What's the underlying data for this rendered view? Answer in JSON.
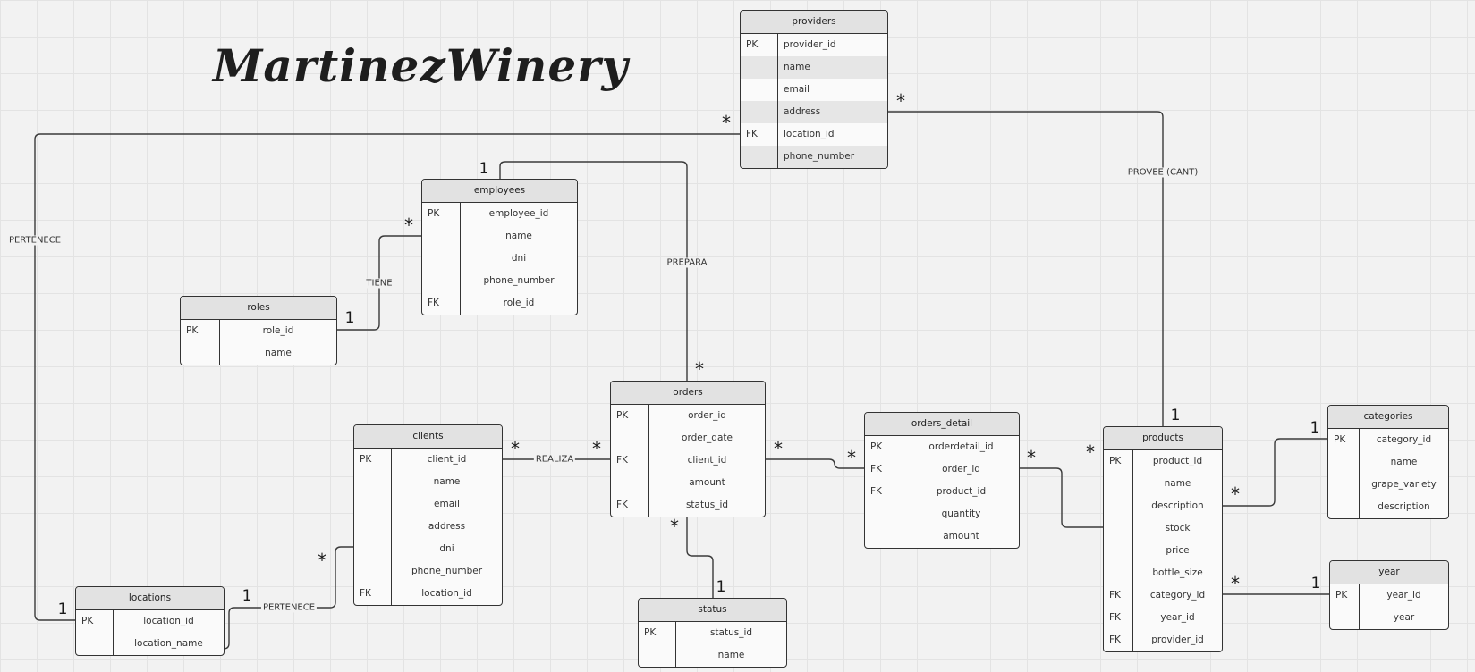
{
  "title": "MartinezWinery",
  "entities": {
    "providers": {
      "name": "providers",
      "rows": [
        [
          "PK",
          "provider_id"
        ],
        [
          "",
          "name"
        ],
        [
          "",
          "email"
        ],
        [
          "",
          "address"
        ],
        [
          "FK",
          "location_id"
        ],
        [
          "",
          "phone_number"
        ]
      ]
    },
    "employees": {
      "name": "employees",
      "rows": [
        [
          "PK",
          "employee_id"
        ],
        [
          "",
          "name"
        ],
        [
          "",
          "dni"
        ],
        [
          "",
          "phone_number"
        ],
        [
          "FK",
          "role_id"
        ]
      ]
    },
    "roles": {
      "name": "roles",
      "rows": [
        [
          "PK",
          "role_id"
        ],
        [
          "",
          "name"
        ]
      ]
    },
    "orders": {
      "name": "orders",
      "rows": [
        [
          "PK",
          "order_id"
        ],
        [
          "",
          "order_date"
        ],
        [
          "FK",
          "client_id"
        ],
        [
          "",
          "amount"
        ],
        [
          "FK",
          "status_id"
        ]
      ]
    },
    "orders_detail": {
      "name": "orders_detail",
      "rows": [
        [
          "PK",
          "orderdetail_id"
        ],
        [
          "FK",
          "order_id"
        ],
        [
          "FK",
          "product_id"
        ],
        [
          "",
          "quantity"
        ],
        [
          "",
          "amount"
        ]
      ]
    },
    "clients": {
      "name": "clients",
      "rows": [
        [
          "PK",
          "client_id"
        ],
        [
          "",
          "name"
        ],
        [
          "",
          "email"
        ],
        [
          "",
          "address"
        ],
        [
          "",
          "dni"
        ],
        [
          "",
          "phone_number"
        ],
        [
          "FK",
          "location_id"
        ]
      ]
    },
    "products": {
      "name": "products",
      "rows": [
        [
          "PK",
          "product_id"
        ],
        [
          "",
          "name"
        ],
        [
          "",
          "description"
        ],
        [
          "",
          "stock"
        ],
        [
          "",
          "price"
        ],
        [
          "",
          "bottle_size"
        ],
        [
          "FK",
          "category_id"
        ],
        [
          "FK",
          "year_id"
        ],
        [
          "FK",
          "provider_id"
        ]
      ]
    },
    "categories": {
      "name": "categories",
      "rows": [
        [
          "PK",
          "category_id"
        ],
        [
          "",
          "name"
        ],
        [
          "",
          "grape_variety"
        ],
        [
          "",
          "description"
        ]
      ]
    },
    "year": {
      "name": "year",
      "rows": [
        [
          "PK",
          "year_id"
        ],
        [
          "",
          "year"
        ]
      ]
    },
    "locations": {
      "name": "locations",
      "rows": [
        [
          "PK",
          "location_id"
        ],
        [
          "",
          "location_name"
        ]
      ]
    },
    "status": {
      "name": "status",
      "rows": [
        [
          "PK",
          "status_id"
        ],
        [
          "",
          "name"
        ]
      ]
    }
  },
  "relationships": [
    {
      "id": "prepara",
      "label": "PREPARA",
      "from_card": "1",
      "to_card": "*"
    },
    {
      "id": "tiene",
      "label": "TIENE",
      "from_card": "*",
      "to_card": "1"
    },
    {
      "id": "pertenece-provider",
      "label": "PERTENECE",
      "from_card": "*",
      "to_card": "1"
    },
    {
      "id": "provee",
      "label": "PROVEE (CANT)",
      "from_card": "*",
      "to_card": "1"
    },
    {
      "id": "realiza",
      "label": "REALIZA",
      "from_card": "*",
      "to_card": "*"
    },
    {
      "id": "pertenece-client",
      "label": "PERTENECE",
      "from_card": "*",
      "to_card": "1"
    },
    {
      "id": "order-detail",
      "label": "",
      "from_card": "*",
      "to_card": "*"
    },
    {
      "id": "detail-product",
      "label": "",
      "from_card": "*",
      "to_card": "*"
    },
    {
      "id": "order-status",
      "label": "",
      "from_card": "*",
      "to_card": "1"
    },
    {
      "id": "product-category",
      "label": "",
      "from_card": "*",
      "to_card": "1"
    },
    {
      "id": "product-year",
      "label": "",
      "from_card": "*",
      "to_card": "1"
    }
  ]
}
